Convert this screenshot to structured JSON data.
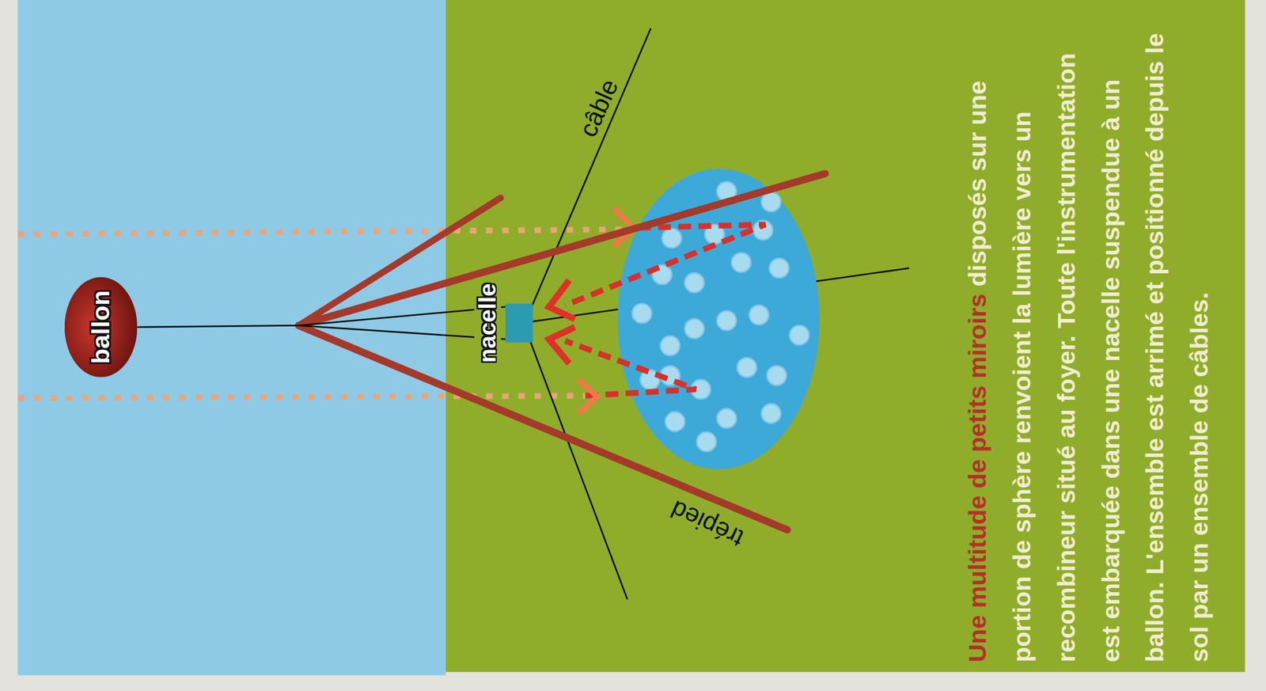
{
  "diagram": {
    "nodes": [
      {
        "text": [
          "ballon"
        ]
      },
      {
        "text": [
          "nacelle"
        ]
      }
    ],
    "edges": [
      {
        "from": 0,
        "to": 1,
        "arrow": "none"
      }
    ],
    "labels": [
      "câble",
      "trépied",
      "Une multitude de petits miroirs",
      "disposés sur une portion de sphère renvoient la lumière vers un recombineur situé au foyer. Toute l'instrumentation est embarquée dans une nacelle suspendue à un ballon. L'ensemble est arrimé et positionné depuis le sol par un ensemble de câbles."
    ]
  }
}
